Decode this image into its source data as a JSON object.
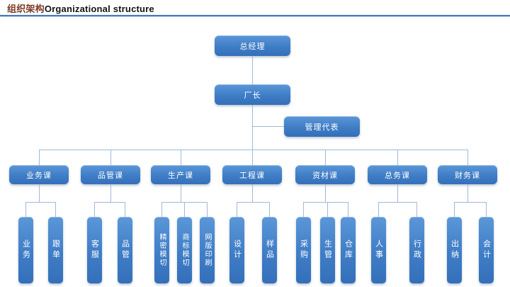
{
  "title": {
    "zh": "组织架构",
    "en": "Organizational structure"
  },
  "chart": {
    "root": "总经理",
    "director": "厂长",
    "representative": "管理代表",
    "departments": [
      {
        "label": "业务课",
        "children": [
          "业务",
          "跟单"
        ]
      },
      {
        "label": "品管课",
        "children": [
          "客服",
          "品管"
        ]
      },
      {
        "label": "生产课",
        "children": [
          "精密模切",
          "商标模切",
          "网版印刷"
        ]
      },
      {
        "label": "工程课",
        "children": [
          "设计",
          "样品"
        ]
      },
      {
        "label": "资材课",
        "children": [
          "采购",
          "生管",
          "仓库"
        ]
      },
      {
        "label": "总务课",
        "children": [
          "人事",
          "行政"
        ]
      },
      {
        "label": "财务课",
        "children": [
          "出纳",
          "会计"
        ]
      }
    ]
  },
  "colors": {
    "node_fill_top": "#5b97d8",
    "node_fill_bottom": "#3470ba",
    "node_text": "#ffffff",
    "connector": "#9fb9d8",
    "title_zh": "#7d3c28",
    "title_en": "#141414",
    "title_rule": "#4a7cb8"
  }
}
